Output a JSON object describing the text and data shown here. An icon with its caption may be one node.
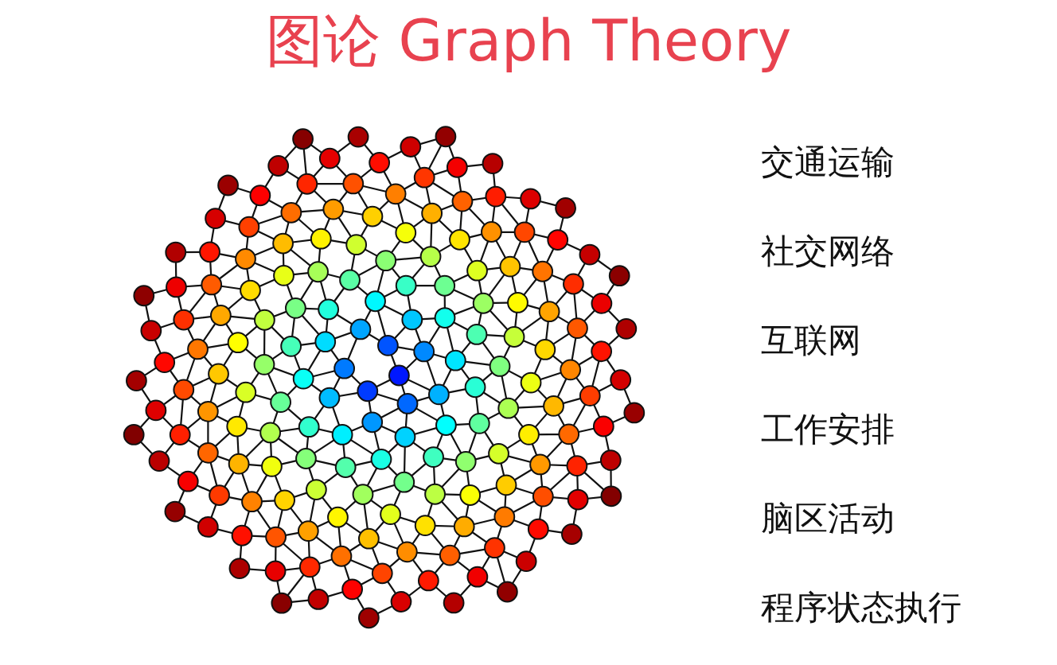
{
  "diagram": {
    "title": "图论 Graph Theory",
    "labels": [
      "交通运输",
      "社交网络",
      "互联网",
      "工作安排",
      "脑区活动",
      "程序状态执行"
    ]
  }
}
